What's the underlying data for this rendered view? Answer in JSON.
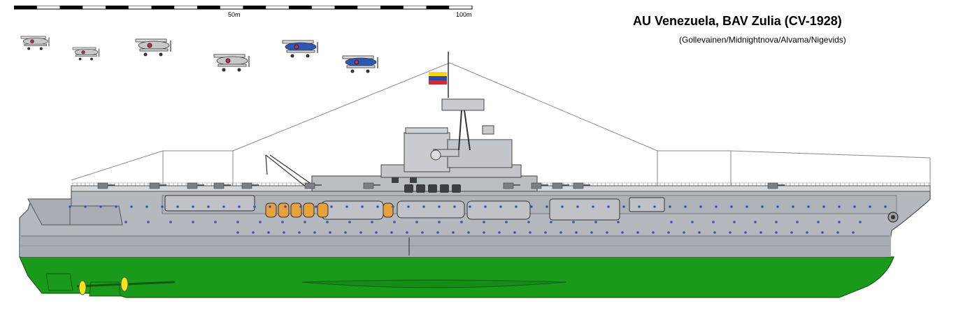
{
  "title": "AU Venezuela, BAV Zulia (CV-1928)",
  "credits": "(Gollevainen/Midnightnova/Alvama/Nigevids)",
  "scale_bar": {
    "labels": [
      "50m",
      "100m"
    ]
  },
  "colors": {
    "hull_grey": "#b4b9bf",
    "hull_dark": "#8f949a",
    "underwater_green": "#1a9a1a",
    "deck_line": "#6a6f75",
    "boat_orange": "#e9a23b",
    "porthole_blue": "#3b55a8",
    "propeller_yellow": "#f2e51b",
    "aircraft_blue": "#2d58b8"
  },
  "aircraft_count": 6,
  "flag_icon": "venezuela-flag-icon"
}
